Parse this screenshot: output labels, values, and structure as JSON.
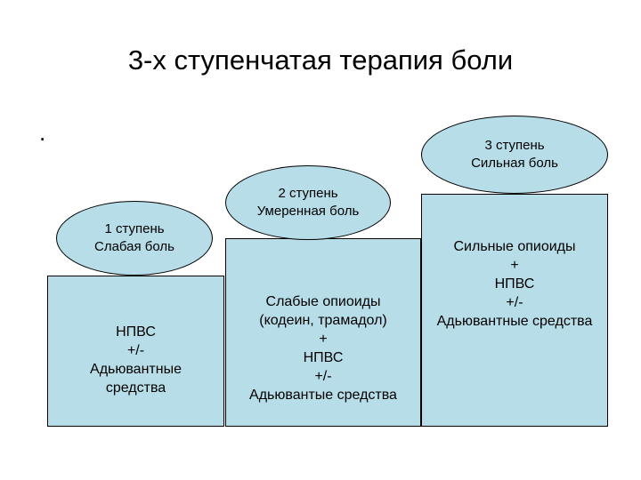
{
  "title": "3-х ступенчатая терапия боли",
  "bullet": ".",
  "steps": [
    {
      "oval": [
        "1 ступень",
        "Слабая боль"
      ],
      "lines": [
        "НПВС",
        "+/-",
        "Адьювантные",
        "средства"
      ]
    },
    {
      "oval": [
        "2 ступень",
        "Умеренная боль"
      ],
      "lines": [
        "Слабые опиоиды",
        "(кодеин, трамадол)",
        "+",
        "НПВС",
        "+/-",
        "Адьювантые средства"
      ]
    },
    {
      "oval": [
        "3 ступень",
        "Сильная боль"
      ],
      "lines": [
        "Сильные опиоиды",
        "+",
        "НПВС",
        "+/-",
        "Адьювантные средства"
      ]
    }
  ],
  "colors": {
    "fill": "#b7dde8",
    "stroke": "#000000",
    "background": "#ffffff"
  }
}
